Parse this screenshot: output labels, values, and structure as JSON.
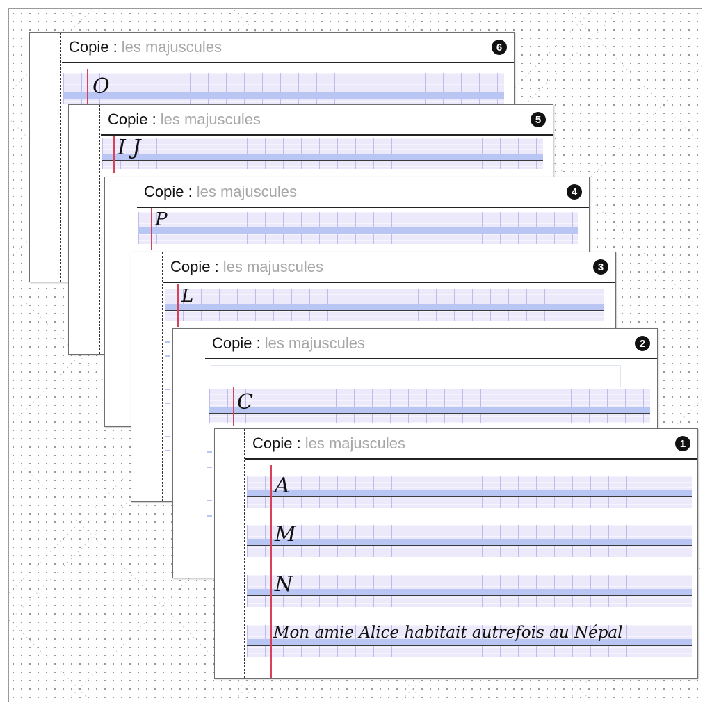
{
  "header": {
    "prefix": "Copie :",
    "subtitle": "les majuscules"
  },
  "sheets": [
    {
      "badge": "6",
      "letters": [
        "O"
      ]
    },
    {
      "badge": "5",
      "letters": [
        "I J"
      ]
    },
    {
      "badge": "4",
      "letters": [
        "P"
      ]
    },
    {
      "badge": "3",
      "letters": [
        "L"
      ]
    },
    {
      "badge": "2",
      "letters": [
        "C"
      ]
    },
    {
      "badge": "1",
      "letters": [
        "A",
        "M",
        "N",
        "Mon amie Alice habitait autrefois au Népal"
      ]
    }
  ],
  "colors": {
    "band": "#ece9fb",
    "band_mid": "#b9c6f4",
    "margin_red": "#d9415a",
    "ink": "#111111"
  }
}
